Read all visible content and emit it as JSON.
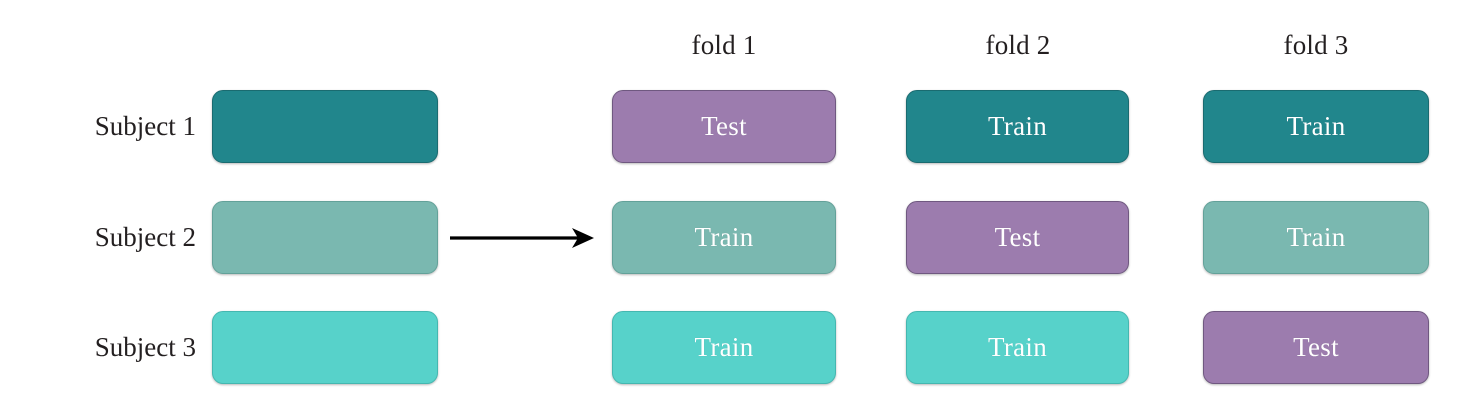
{
  "diagram": {
    "title_text": "",
    "arrow": {
      "name": "split-arrow",
      "direction": "right"
    },
    "colors": {
      "subject_1": "#21868c",
      "subject_2": "#7ab8b0",
      "subject_3": "#57d2ca",
      "test": "#9c7cae",
      "subject_1_border": "#1a6b70",
      "subject_2_border": "#63a199",
      "subject_3_border": "#45b7b0",
      "test_border": "#6f5880",
      "text": "#231f20",
      "box_text": "#ffffff",
      "background": "#ffffff"
    },
    "fold_headings": [
      {
        "label": "fold 1"
      },
      {
        "label": "fold 2"
      },
      {
        "label": "fold 3"
      }
    ],
    "rows": [
      {
        "subject_label": "Subject 1",
        "source_color_key": "subject_1",
        "folds": [
          {
            "label": "Test",
            "role": "test",
            "color_key": "test"
          },
          {
            "label": "Train",
            "role": "train",
            "color_key": "subject_1"
          },
          {
            "label": "Train",
            "role": "train",
            "color_key": "subject_1"
          }
        ]
      },
      {
        "subject_label": "Subject 2",
        "source_color_key": "subject_2",
        "folds": [
          {
            "label": "Train",
            "role": "train",
            "color_key": "subject_2"
          },
          {
            "label": "Test",
            "role": "test",
            "color_key": "test"
          },
          {
            "label": "Train",
            "role": "train",
            "color_key": "subject_2"
          }
        ]
      },
      {
        "subject_label": "Subject 3",
        "source_color_key": "subject_3",
        "folds": [
          {
            "label": "Train",
            "role": "train",
            "color_key": "subject_3"
          },
          {
            "label": "Train",
            "role": "train",
            "color_key": "subject_3"
          },
          {
            "label": "Test",
            "role": "test",
            "color_key": "test"
          }
        ]
      }
    ]
  }
}
